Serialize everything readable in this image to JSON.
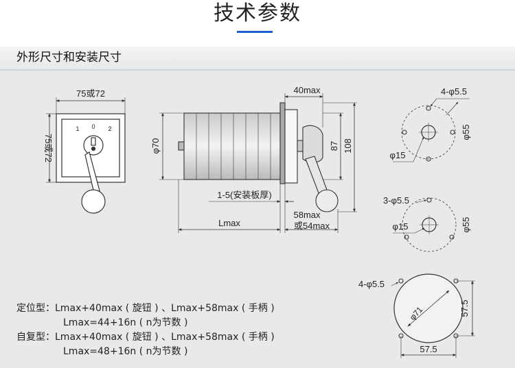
{
  "header": {
    "title": "技术参数"
  },
  "section": {
    "title": "外形尺寸和安装尺寸"
  },
  "front_view": {
    "width_label": "75或72",
    "height_label": "75或72",
    "positions": [
      "1",
      "0",
      "2"
    ]
  },
  "side_view": {
    "diameter_label": "φ70",
    "top_label": "40max",
    "height_87": "87",
    "height_108": "108",
    "plate_label": "1-5(安装板厚)",
    "lmax_label": "Lmax",
    "bottom_label_1": "58max",
    "bottom_label_2": "或54max"
  },
  "cutout_1": {
    "holes_label": "4-φ5.5",
    "center_label": "φ15",
    "diameter_label": "φ55"
  },
  "cutout_2": {
    "holes_label": "3-φ5.5",
    "center_label": "φ15",
    "diameter_label": "φ55"
  },
  "cutout_3": {
    "holes_label": "4-φ5.5",
    "diameter_label": "φ71",
    "height_label": "57.5",
    "width_label": "57.5"
  },
  "notes": {
    "row1_prefix": "定位型：",
    "row1_text": "Lmax+40max ( 旋钮 ) 、Lmax+58max ( 手柄 )",
    "row2_text": "Lmax=44+16n ( n为节数 )",
    "row3_prefix": "自复型：",
    "row3_text": "Lmax+40max ( 旋钮 ) 、Lmax+58max ( 手柄 )",
    "row4_text": "Lmax=48+16n ( n为节数 )"
  }
}
